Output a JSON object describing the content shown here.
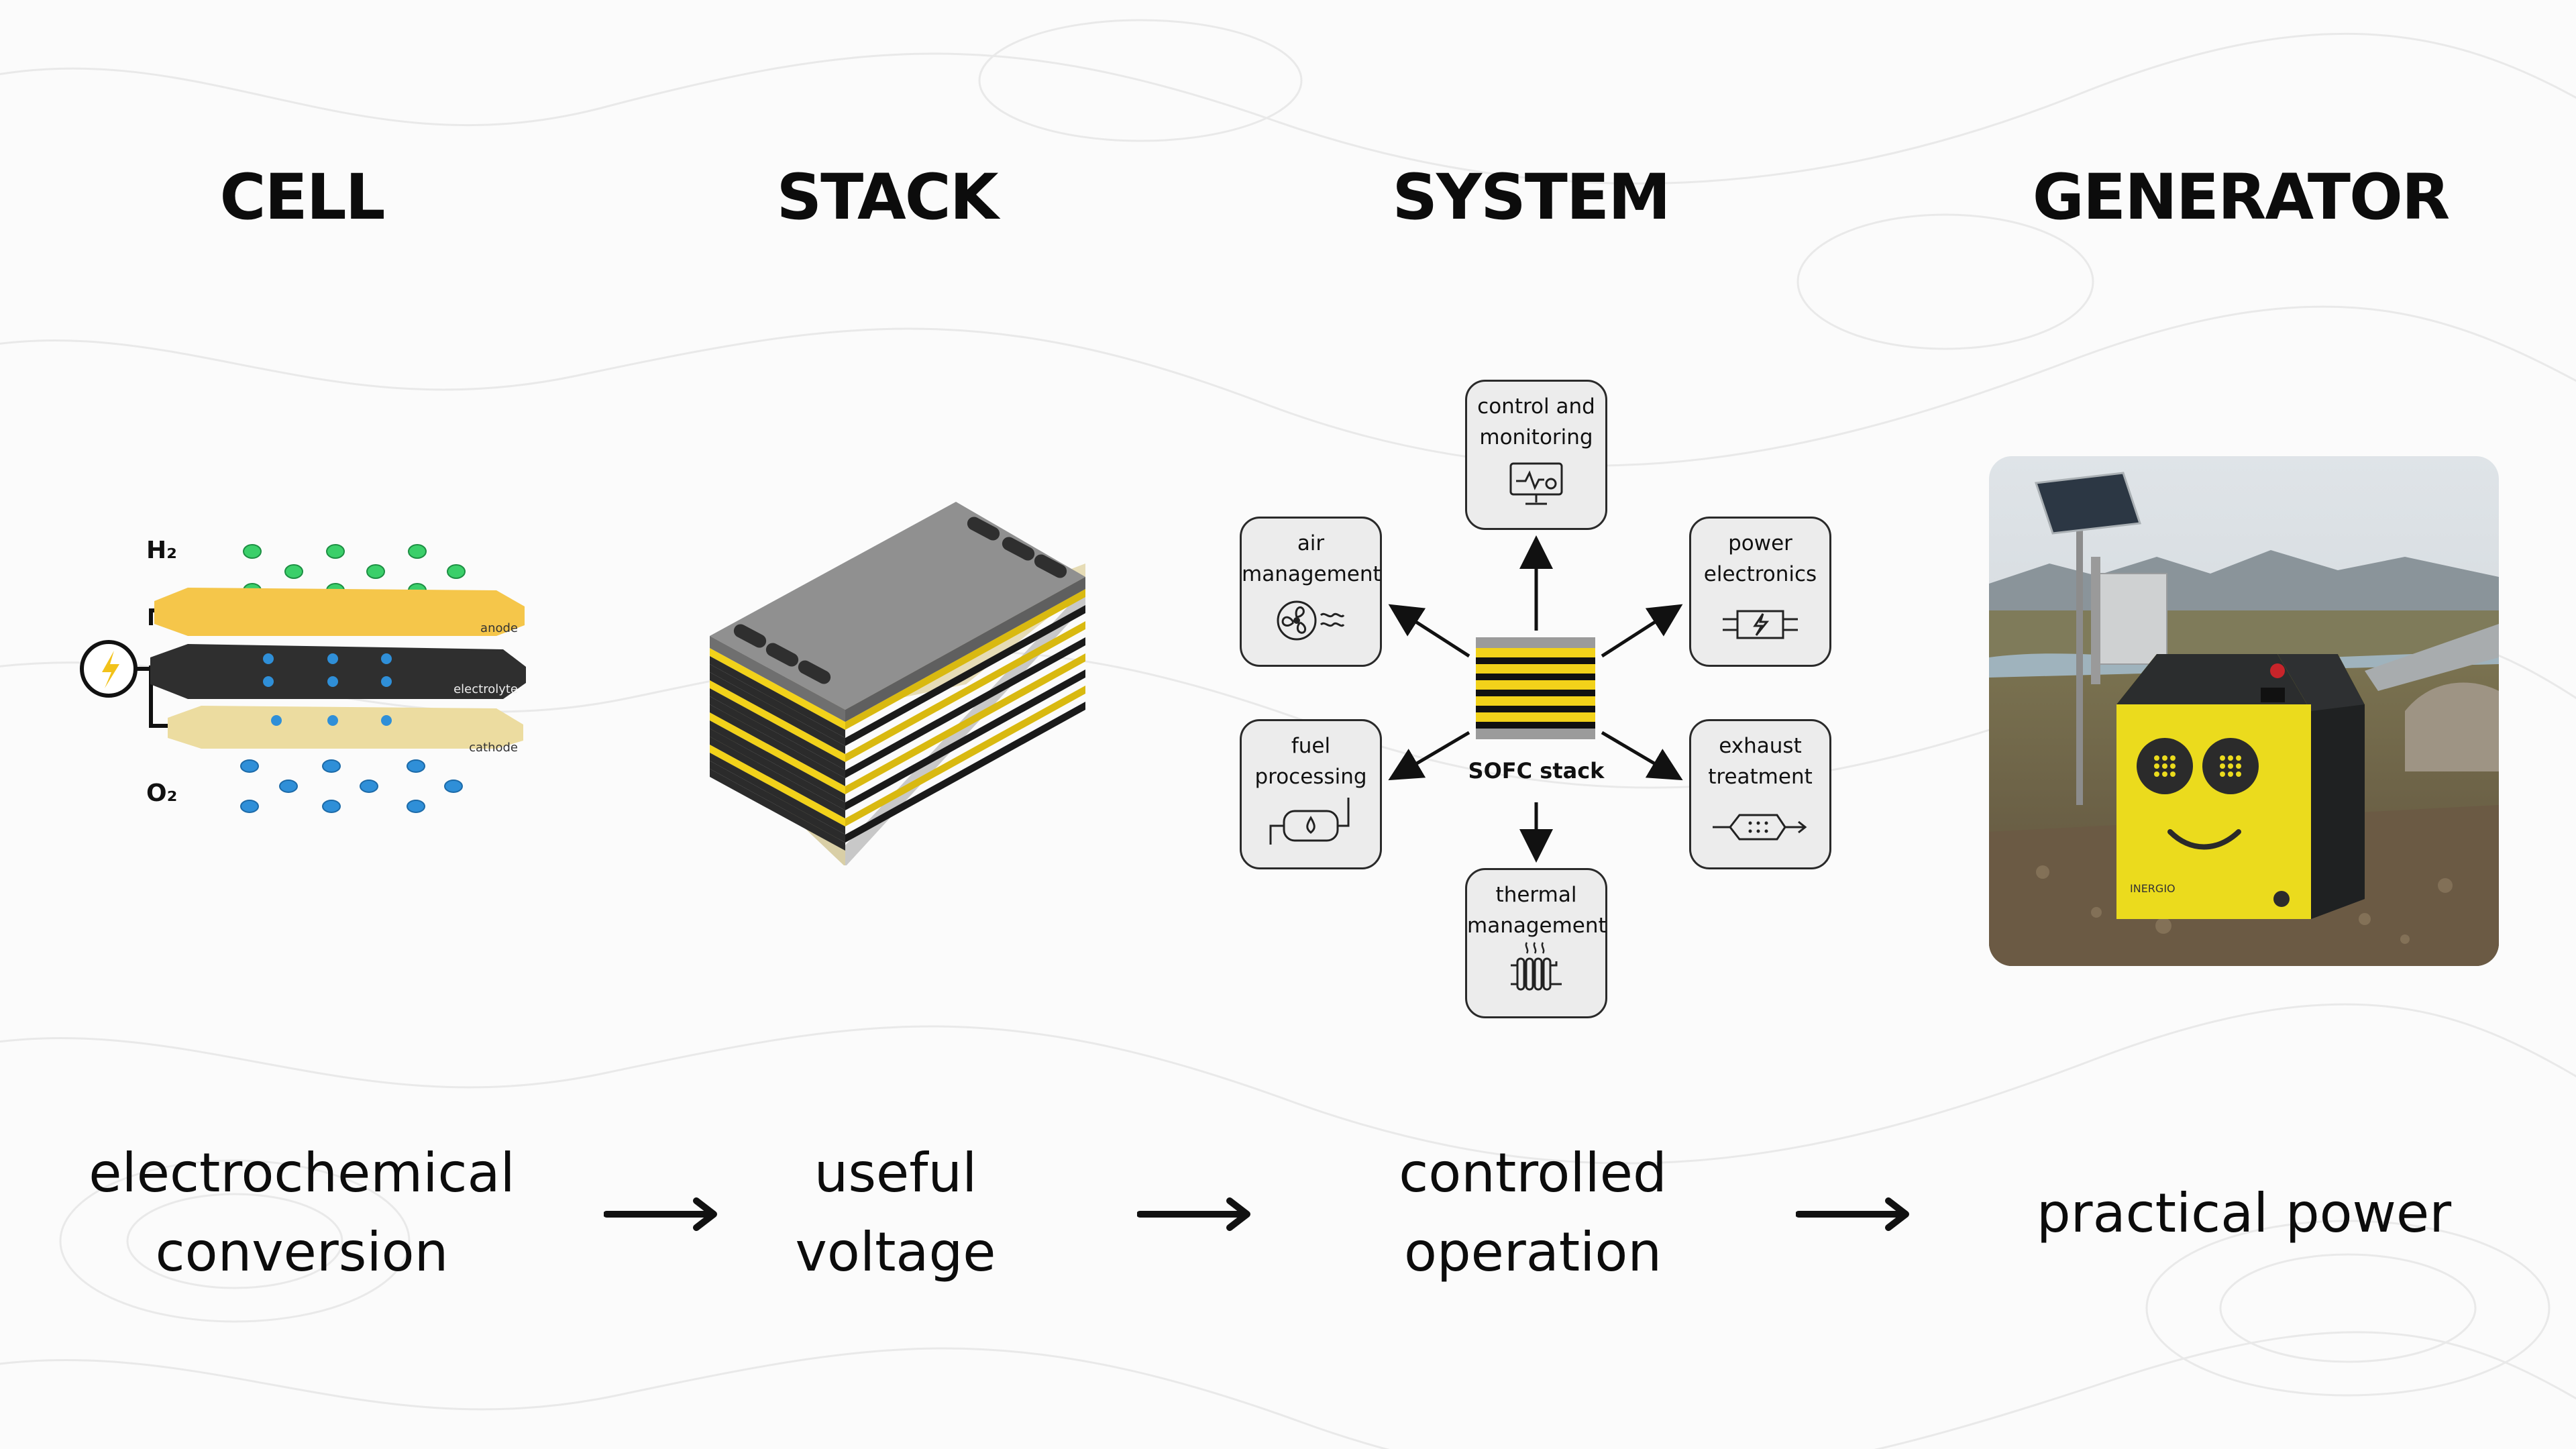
{
  "columns": [
    {
      "title": "CELL",
      "caption": [
        "electrochemical",
        "conversion"
      ]
    },
    {
      "title": "STACK",
      "caption": [
        "useful",
        "voltage"
      ]
    },
    {
      "title": "SYSTEM",
      "caption": [
        "controlled",
        "operation"
      ]
    },
    {
      "title": "GENERATOR",
      "caption": [
        "practical power"
      ]
    }
  ],
  "cell": {
    "h2_label": "H₂",
    "o2_label": "O₂",
    "layers": [
      "anode",
      "electrolyte",
      "cathode"
    ]
  },
  "system": {
    "center_label": "SOFC stack",
    "boxes": {
      "control": [
        "control and",
        "monitoring"
      ],
      "air": [
        "air",
        "management"
      ],
      "power": [
        "power",
        "electronics"
      ],
      "fuel": [
        "fuel",
        "processing"
      ],
      "exhaust": [
        "exhaust",
        "treatment"
      ],
      "thermal": [
        "thermal",
        "management"
      ]
    }
  },
  "generator": {
    "brand_text": "INERGIO"
  },
  "colors": {
    "accent_yellow": "#f2d21a",
    "stack_grey": "#8e8e8e",
    "dark": "#2b2b2b",
    "cathode": "#ecdca0",
    "h2_particle": "#3bcf6a",
    "o2_particle": "#2f8fd8"
  }
}
